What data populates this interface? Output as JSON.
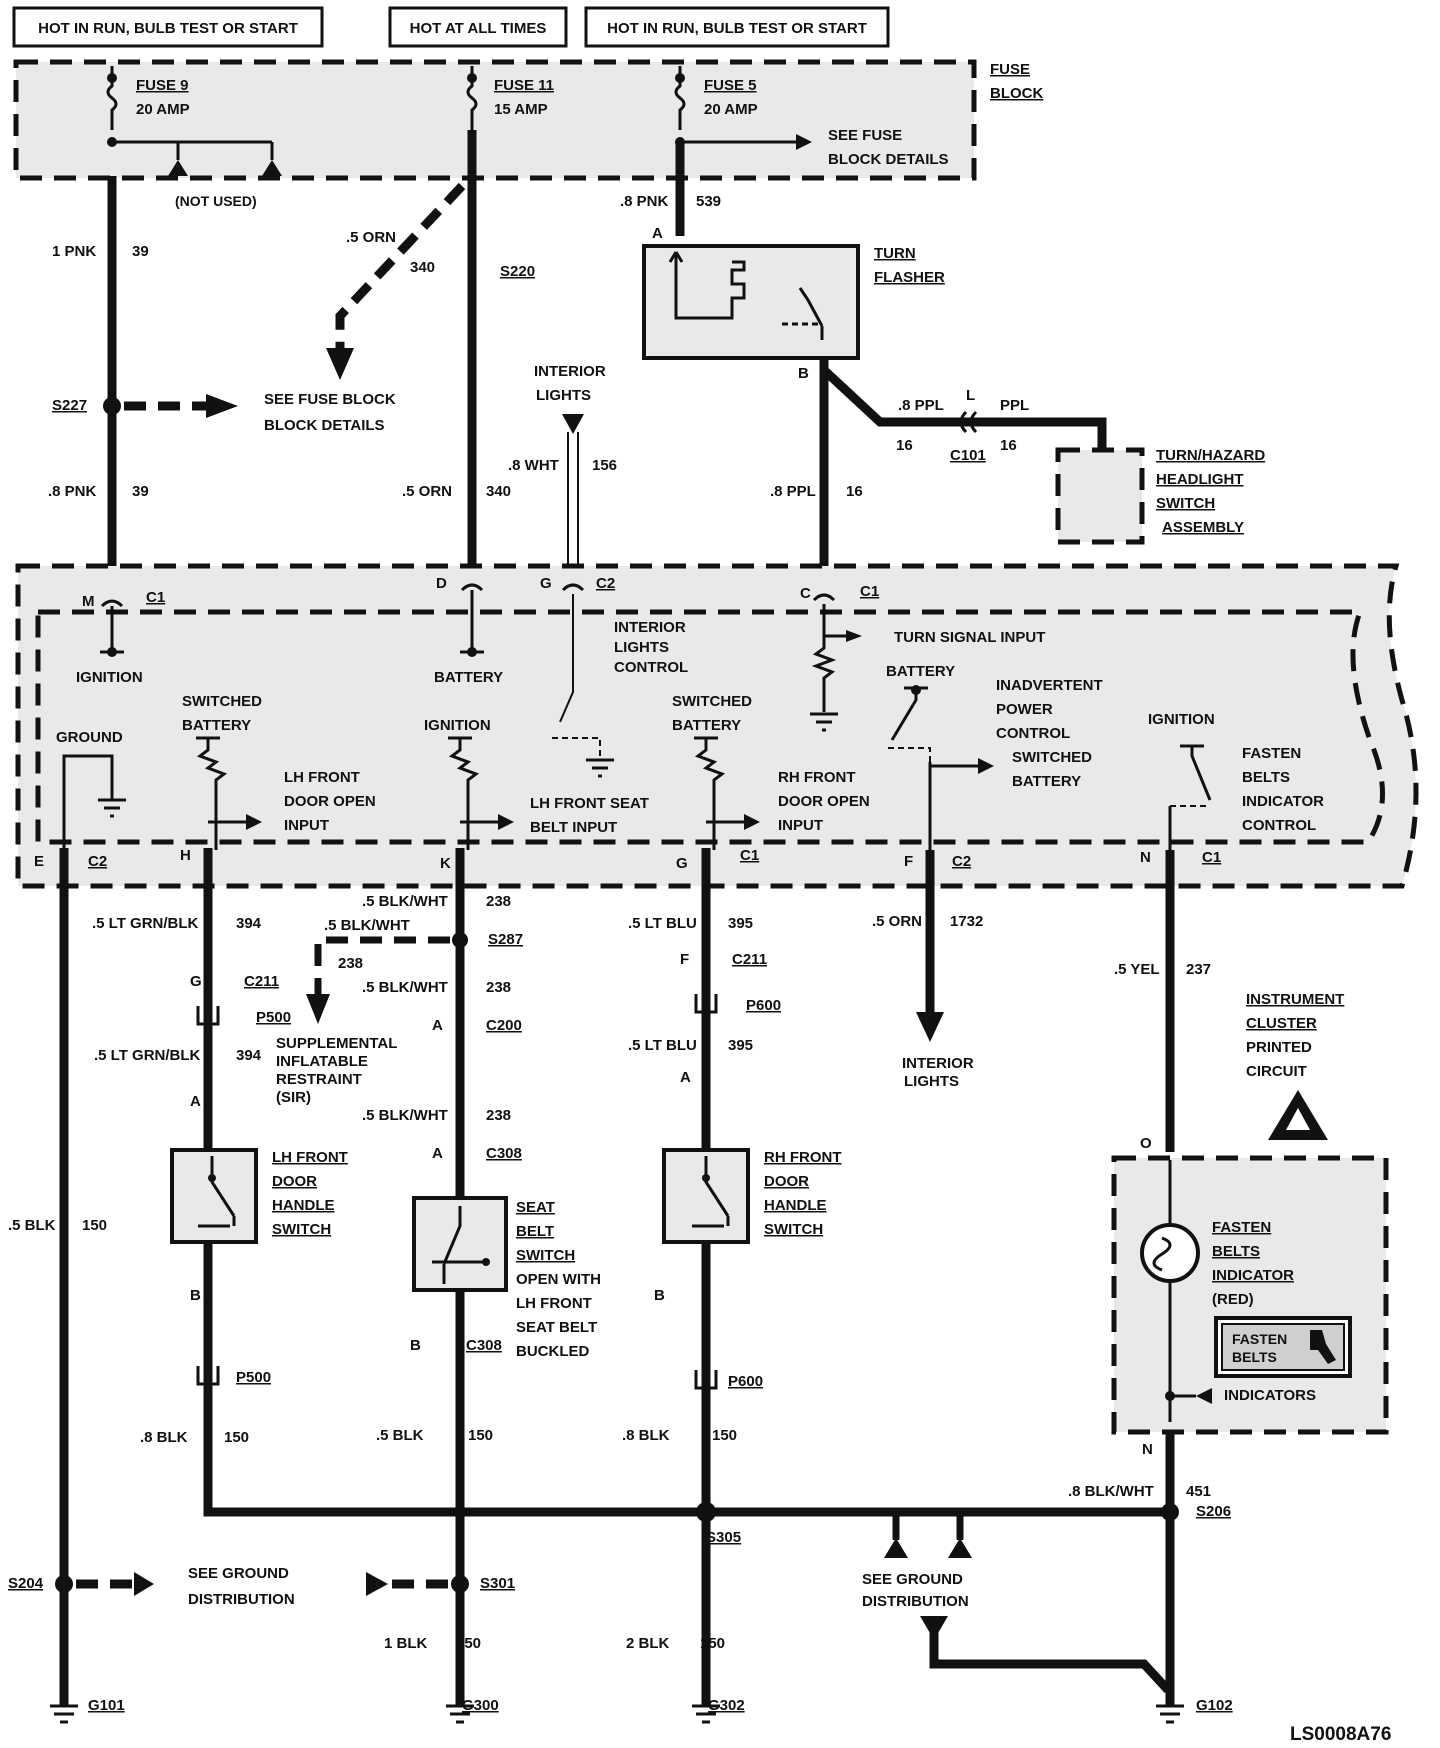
{
  "headers": {
    "left": "HOT IN RUN, BULB TEST OR START",
    "center": "HOT AT ALL TIMES",
    "right": "HOT IN RUN, BULB TEST OR START"
  },
  "fuse_block": {
    "label1": "FUSE",
    "label2": "BLOCK",
    "fuse9_name": "FUSE 9",
    "fuse9_rating": "20 AMP",
    "fuse11_name": "FUSE 11",
    "fuse11_rating": "15 AMP",
    "fuse5_name": "FUSE 5",
    "fuse5_rating": "20 AMP",
    "see_details1": "SEE FUSE",
    "see_details2": "BLOCK DETAILS",
    "not_used": "(NOT USED)"
  },
  "wires": {
    "w_1pnk": "1 PNK",
    "c_39a": "39",
    "w_8pnk_a": ".8 PNK",
    "c_39b": "39",
    "w_5orn_a": ".5 ORN",
    "c_340a": "340",
    "s220": "S220",
    "w_5orn_b": ".5 ORN",
    "c_340b": "340",
    "w_8pnk_b": ".8 PNK",
    "c_539": "539",
    "w_8wht": ".8 WHT",
    "c_156": "156",
    "w_8ppl_a": ".8 PPL",
    "c_16a": "16",
    "w_ppl": "PPL",
    "c_16b": "16",
    "c101": "C101",
    "conn_l": "L",
    "w_8ppl_b": ".8 PPL",
    "c_16c": "16",
    "w_5ltgrn_a": ".5 LT GRN/BLK",
    "c_394a": "394",
    "w_5ltgrn_b": ".5 LT GRN/BLK",
    "c_394b": "394",
    "w_5blkwht_a": ".5 BLK/WHT",
    "c_238a": "238",
    "w_5blkwht_b": ".5 BLK/WHT",
    "c_238b": "238",
    "w_5blkwht_c": ".5 BLK/WHT",
    "c_238c": "238",
    "w_5blkwht_d": ".5 BLK/WHT",
    "c_238d": "238",
    "s287": "S287",
    "w_5ltblu_a": ".5 LT BLU",
    "c_395a": "395",
    "w_5ltblu_b": ".5 LT BLU",
    "c_395b": "395",
    "w_5orn_c": ".5 ORN",
    "c_1732": "1732",
    "w_5yel": ".5 YEL",
    "c_237": "237",
    "w_5blk": ".5 BLK",
    "c_150a": "150",
    "w_8blk_a": ".8 BLK",
    "c_150b": "150",
    "w_5blk_b": ".5 BLK",
    "c_150c": "150",
    "w_8blk_b": ".8 BLK",
    "c_150d": "150",
    "w_8blkwht": ".8 BLK/WHT",
    "c_451": "451",
    "w_1blk": "1 BLK",
    "c_150e": "150",
    "w_2blk": "2 BLK",
    "c_150f": "150"
  },
  "splices": {
    "s227": "S227",
    "s204": "S204",
    "s301": "S301",
    "s305": "S305",
    "s206": "S206"
  },
  "labels": {
    "see_fuse_block1": "SEE FUSE BLOCK",
    "see_fuse_block2": "BLOCK DETAILS",
    "interior_lights_top1": "INTERIOR",
    "interior_lights_top2": "LIGHTS",
    "turn_flasher1": "TURN",
    "turn_flasher2": "FLASHER",
    "turn_hazard1": "TURN/HAZARD",
    "turn_hazard2": "HEADLIGHT",
    "turn_hazard3": "SWITCH",
    "turn_hazard4": "ASSEMBLY",
    "sir1": "SUPPLEMENTAL",
    "sir2": "INFLATABLE",
    "sir3": "RESTRAINT",
    "sir4": "(SIR)",
    "interior_lights_bot1": "INTERIOR",
    "interior_lights_bot2": "LIGHTS",
    "ic1": "INSTRUMENT",
    "ic2": "CLUSTER",
    "ic3": "PRINTED",
    "ic4": "CIRCUIT",
    "see_ground1": "SEE GROUND",
    "see_ground2": "DISTRIBUTION",
    "see_ground3": "SEE GROUND",
    "see_ground4": "DISTRIBUTION",
    "diagram_id": "LS0008A76"
  },
  "module": {
    "c1_m": "C1",
    "pin_m": "M",
    "pin_d": "D",
    "pin_g": "G",
    "c2_g": "C2",
    "pin_c": "C",
    "c1_c": "C1",
    "ignition_left": "IGNITION",
    "battery": "BATTERY",
    "ilc1": "INTERIOR",
    "ilc2": "LIGHTS",
    "ilc3": "CONTROL",
    "turn_signal_input": "TURN SIGNAL INPUT",
    "battery_right": "BATTERY",
    "ipc1": "INADVERTENT",
    "ipc2": "POWER",
    "ipc3": "CONTROL",
    "ipc4": "SWITCHED",
    "ipc5": "BATTERY",
    "ignition_right": "IGNITION",
    "fbic1": "FASTEN",
    "fbic2": "BELTS",
    "fbic3": "INDICATOR",
    "fbic4": "CONTROL",
    "ground": "GROUND",
    "swbat1a": "SWITCHED",
    "swbat1b": "BATTERY",
    "lhdoor1": "LH FRONT",
    "lhdoor2": "DOOR OPEN",
    "lhdoor3": "INPUT",
    "ignition_mid": "IGNITION",
    "lhseat1": "LH FRONT SEAT",
    "lhseat2": "BELT INPUT",
    "swbat2a": "SWITCHED",
    "swbat2b": "BATTERY",
    "rhdoor1": "RH FRONT",
    "rhdoor2": "DOOR OPEN",
    "rhdoor3": "INPUT",
    "pin_e": "E",
    "c2_e": "C2",
    "pin_h": "H",
    "pin_k": "K",
    "pin_gb": "G",
    "c1_g": "C1",
    "pin_f": "F",
    "c2_f": "C2",
    "pin_n": "N",
    "c1_n": "C1"
  },
  "connectors": {
    "g_c211": "G",
    "c211_a": "C211",
    "p500_a": "P500",
    "a_lh": "A",
    "a_c200": "A",
    "c200": "C200",
    "a_c308": "A",
    "c308_a": "C308",
    "f_c211": "F",
    "c211_b": "C211",
    "p600_a": "P600",
    "a_rh": "A",
    "b_lh": "B",
    "p500_b": "P500",
    "b_c308": "B",
    "c308_b": "C308",
    "b_rh": "B",
    "p600_b": "P600",
    "o_pin": "O",
    "n_pin": "N",
    "a_flasher": "A",
    "b_flasher": "B"
  },
  "switches": {
    "lh1": "LH  FRONT",
    "lh2": "DOOR",
    "lh3": "HANDLE",
    "lh4": "SWITCH",
    "seat1": "SEAT",
    "seat2": "BELT",
    "seat3": "SWITCH",
    "seat4": "OPEN WITH",
    "seat5": "LH FRONT",
    "seat6": "SEAT BELT",
    "seat7": "BUCKLED",
    "rh1": "RH  FRONT",
    "rh2": "DOOR",
    "rh3": "HANDLE",
    "rh4": "SWITCH"
  },
  "cluster": {
    "fb1": "FASTEN",
    "fb2": "BELTS",
    "fb3": "INDICATOR",
    "fb4": "(RED)",
    "badge1": "FASTEN",
    "badge2": "BELTS",
    "indicators": "INDICATORS"
  },
  "grounds": {
    "g101": "G101",
    "g300": "G300",
    "g302": "G302",
    "g102": "G102"
  }
}
